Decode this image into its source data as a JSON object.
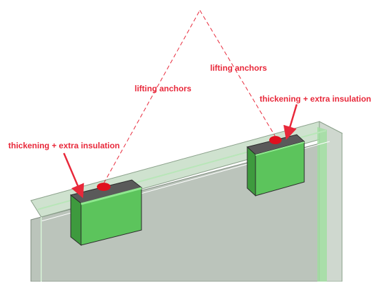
{
  "labels": {
    "lifting_left": "lifting anchors",
    "lifting_right": "lifting anchors",
    "thickening_left": "thickening + extra insulation",
    "thickening_right": "thickening + extra insulation"
  },
  "colors": {
    "annotation": "#e8283a",
    "anchor": "#e0101e",
    "block_front": "#5cc45c",
    "block_top": "#5a5a5a",
    "block_side": "#3f9a3f",
    "panel_glass": "#9aa89a",
    "panel_edge": "#b8e6b8"
  }
}
